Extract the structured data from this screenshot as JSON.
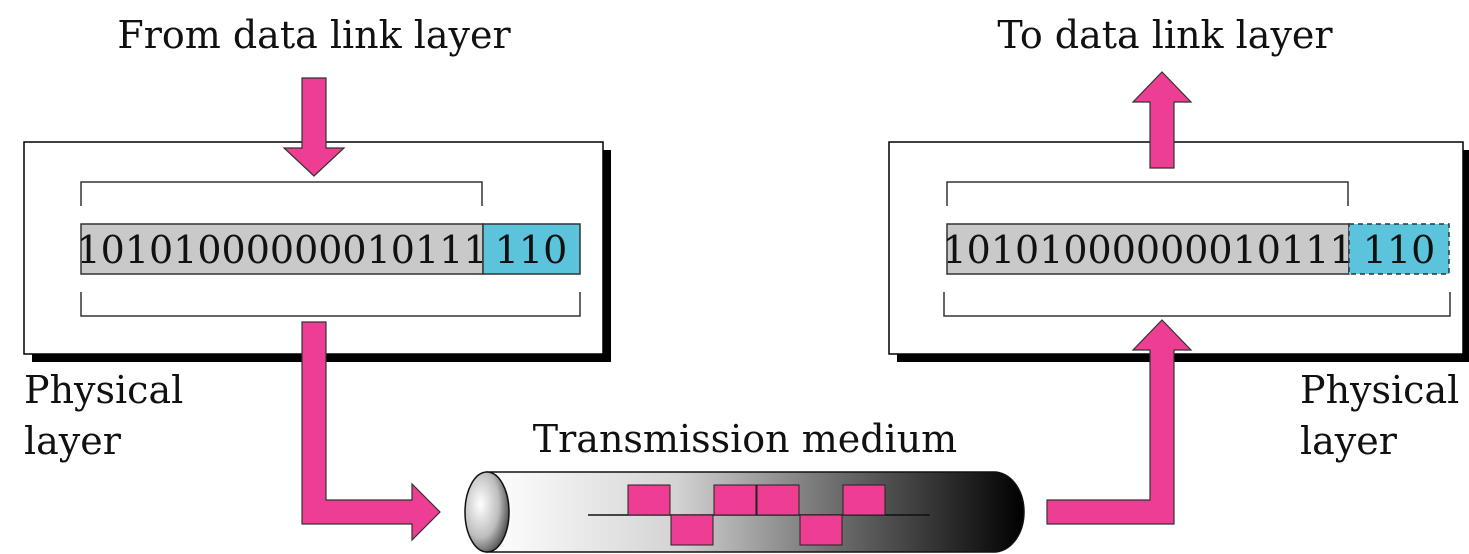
{
  "labels": {
    "from_dll": "From data link layer",
    "to_dll": "To data link layer",
    "physical_left_line1": "Physical",
    "physical_left_line2": "layer",
    "physical_right_line1": "Physical",
    "physical_right_line2": "layer",
    "medium": "Transmission medium"
  },
  "sender": {
    "data_bits": "10101000000010111",
    "crc_bits": "110"
  },
  "receiver": {
    "data_bits": "10101000000010111",
    "crc_bits": "110"
  },
  "signal": {
    "levels": [
      1,
      0,
      1,
      1,
      0,
      1
    ],
    "description_colors": [
      "arrow",
      "crc",
      "data"
    ]
  },
  "colors": {
    "arrow": "#ee3e93",
    "crc": "#5bc4dc",
    "data": "#c9c9c9",
    "shadow": "#000000",
    "box": "#ffffff"
  }
}
